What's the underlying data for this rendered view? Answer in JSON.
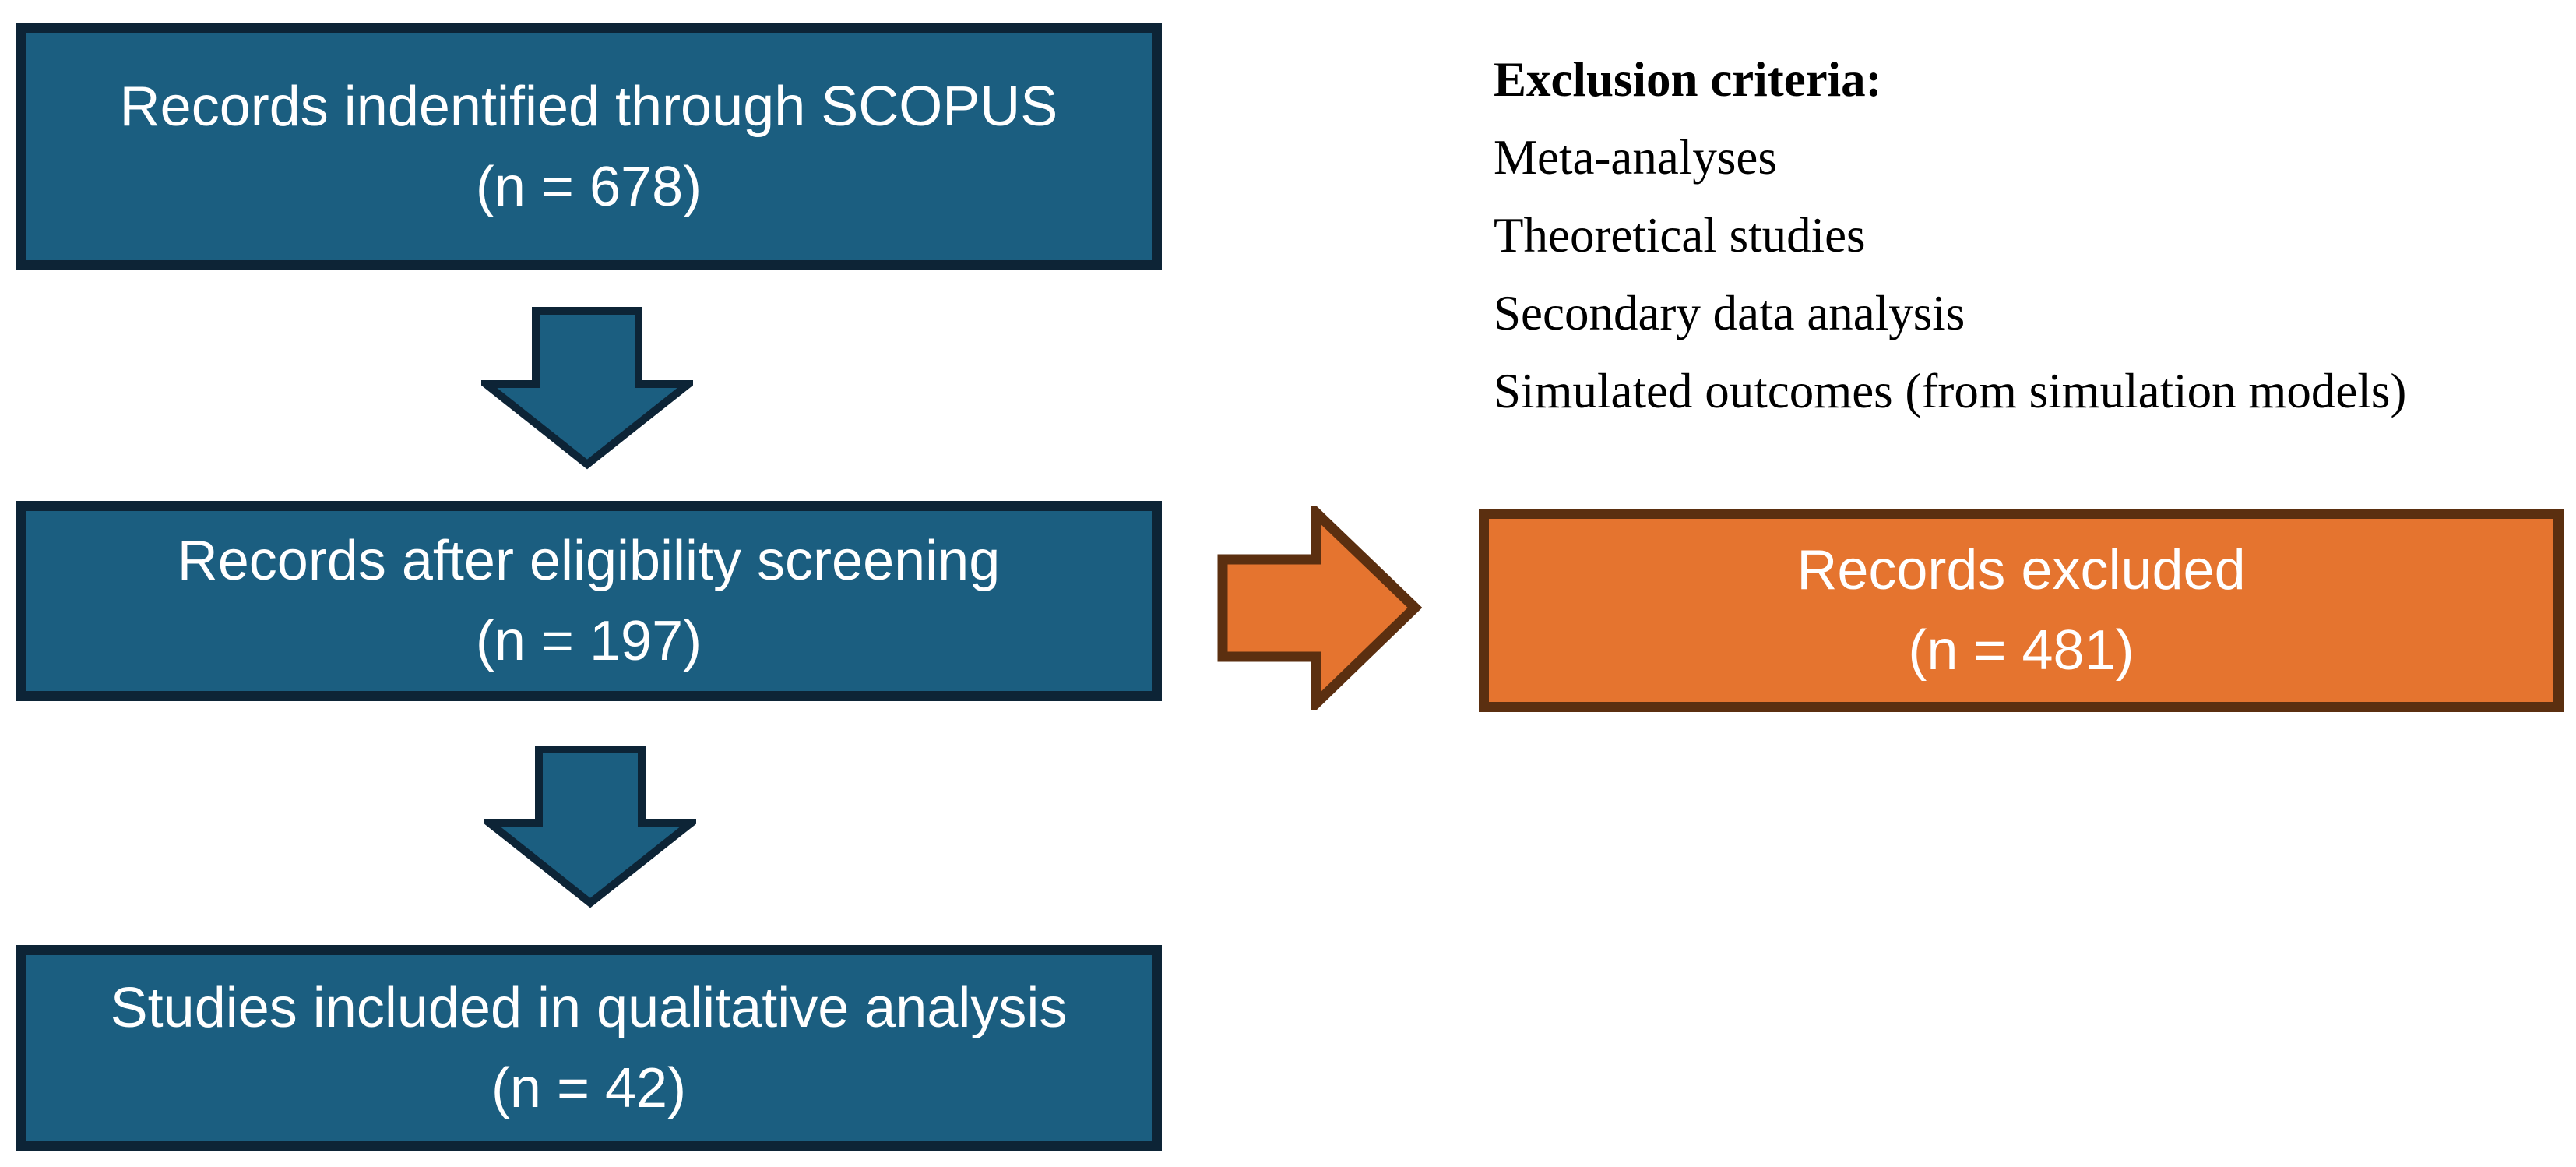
{
  "colors": {
    "box_fill": "#1B5E80",
    "box_border": "#0D2436",
    "excluded_fill": "#E5742F",
    "excluded_border": "#5B2F10",
    "box_text": "#FFFFFF",
    "criteria_text": "#000000"
  },
  "flow": {
    "boxes": [
      {
        "id": "identified",
        "line1": "Records indentified through SCOPUS",
        "line2": "(n = 678)"
      },
      {
        "id": "screening",
        "line1": "Records after eligibility screening",
        "line2": "(n = 197)"
      },
      {
        "id": "excluded",
        "line1": "Records excluded",
        "line2": "(n = 481)"
      },
      {
        "id": "qualitative",
        "line1": "Studies included in qualitative analysis",
        "line2": "(n = 42)"
      }
    ]
  },
  "exclusion": {
    "title": "Exclusion criteria:",
    "items": [
      "Meta-analyses",
      "Theoretical studies",
      "Secondary data analysis",
      "Simulated outcomes (from simulation models)"
    ]
  }
}
